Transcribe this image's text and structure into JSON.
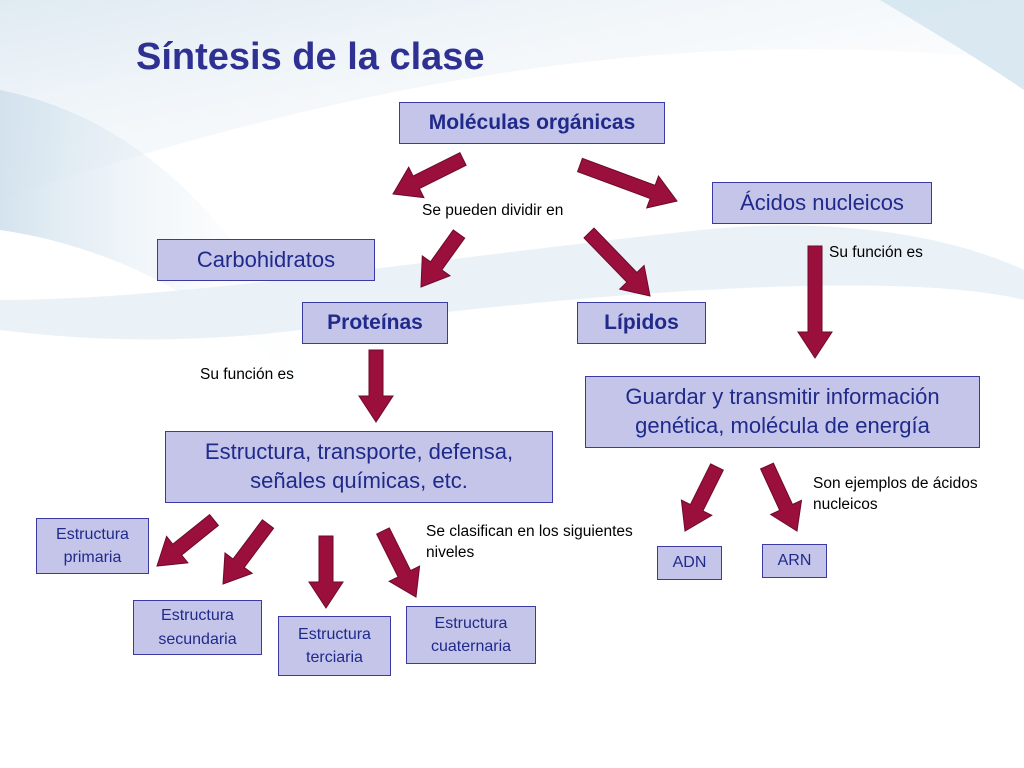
{
  "title": "Síntesis de la clase",
  "nodes": {
    "organic": "Moléculas orgánicas",
    "nucleic": "Ácidos nucleicos",
    "carbs": "Carbohidratos",
    "proteins": "Proteínas",
    "lipids": "Lípidos",
    "protein_function": [
      "Estructura, transporte, defensa,",
      "señales químicas, etc."
    ],
    "nucleic_function": [
      "Guardar y transmitir información",
      "genética, molécula de energía"
    ],
    "adn": "ADN",
    "arn": "ARN",
    "primary": [
      "Estructura",
      "primaria"
    ],
    "secondary": [
      "Estructura",
      "secundaria"
    ],
    "tertiary": [
      "Estructura",
      "terciaria"
    ],
    "quaternary": [
      "Estructura",
      "cuaternaria"
    ]
  },
  "labels": {
    "divide": "Se pueden dividir en",
    "function_nucleic": "Su función es",
    "function_protein": "Su función es",
    "classify": [
      "Se clasifican en los siguientes",
      "niveles"
    ],
    "examples": [
      "Son ejemplos de ácidos",
      "nucleicos"
    ]
  },
  "colors": {
    "title": "#2e3192",
    "box_fill": "#c5c5ea",
    "box_border": "#3a3aa0",
    "box_text": "#1f2a8a",
    "arrow": "#9a0f3c"
  }
}
